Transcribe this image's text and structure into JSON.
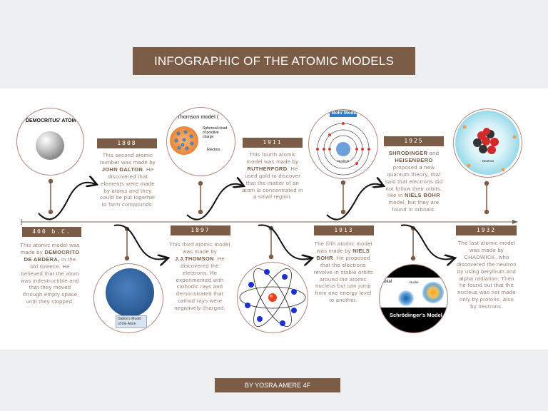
{
  "title": "INFOGRAPHIC OF THE ATOMIC MODELS",
  "author": "BY YOSRA AMERE 4F",
  "colors": {
    "accent": "#7a5c47",
    "text": "#9b7f6d",
    "circle_border": "#b4857a"
  },
  "models": [
    {
      "year": "400 b.C.",
      "parts": [
        "This atomic model was made by ",
        "DEMOCRITO DE ABDERA,",
        " in the old Greece. He believed that the atom was indestructible and that they moved through empty space until they stopped."
      ],
      "image_label": "DEMOCRITUS' ATOM"
    },
    {
      "year": "1808",
      "parts": [
        "This second atomic number was made by ",
        "JOHN DALTON",
        ". He discovered that elements were made by atoms and they could be put together to form compounds."
      ],
      "image_label": "Dalton's Model of the Atom"
    },
    {
      "year": "1897",
      "parts": [
        "This third atomic model was made by ",
        "J.J.THOMSON",
        ". He discovered the electrons. He experimented with cathodic rays and demonstrated that cathod rays were negatively charged."
      ],
      "image_label": "Thomson model (",
      "image_sub1": "Spherical cloud of positive charge",
      "image_sub2": "Electron"
    },
    {
      "year": "1911",
      "parts": [
        "This fourth atomic model was made by ",
        "RUTHERFORD",
        ". He used gold to discover that the matter of an atom is concentrated in a small region."
      ]
    },
    {
      "year": "1913",
      "parts": [
        "The fifth atomic model was made by ",
        "NIELS BOHR",
        ". He proposed that the electrons revolve in stable orbits around the atomic nucleus but can jump from one energy level to another."
      ],
      "image_label": "Bohr Model",
      "image_sub1": "Nucleus"
    },
    {
      "year": "1925",
      "parts": [
        "",
        "SHRODINGER",
        " and ",
        "HEISENBERO",
        " proposed a new quantum theory, that said that electrons did not follow their orbits, like in ",
        "NIELS BOHR",
        " model, but they are found in orbitals."
      ],
      "image_label": "Schrödinger's Model",
      "image_sub1": "rbital",
      "image_sub2": "Nuclei"
    },
    {
      "year": "1932",
      "parts": [
        "The last atomic model was made by CHADWICK, who discovered the neutron by using beryllium and alpha radiation. Then he found out that the nucleus was not made only by protons, also by neutrons."
      ],
      "image_label": "Neutron"
    }
  ]
}
